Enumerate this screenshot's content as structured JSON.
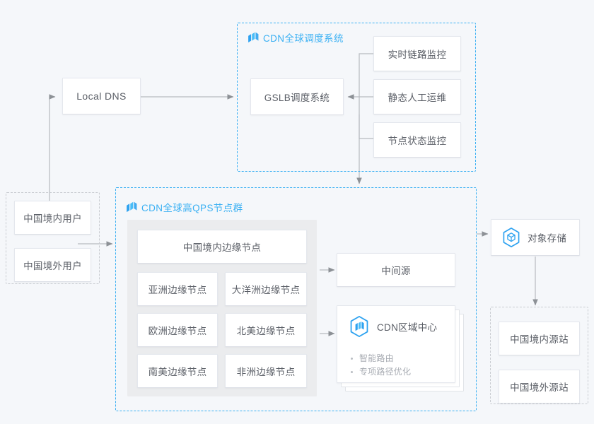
{
  "diagram": {
    "title_semantic": "cdn-global-architecture",
    "accent_color": "#3ab0f3",
    "text_color": "#5a5e66",
    "background": "#f5f7fa"
  },
  "left": {
    "local_dns": "Local DNS",
    "user_group": {
      "items": [
        {
          "label": "中国境内用户"
        },
        {
          "label": "中国境外用户"
        }
      ]
    }
  },
  "scheduling_group": {
    "title": "CDN全球调度系统",
    "icon": "cdn-logo-icon",
    "gslb": "GSLB调度系统",
    "inputs": [
      {
        "label": "实时链路监控"
      },
      {
        "label": "静态人工运维"
      },
      {
        "label": "节点状态监控"
      }
    ]
  },
  "node_group": {
    "title": "CDN全球高QPS节点群",
    "icon": "cdn-logo-icon",
    "edge_nodes": {
      "wide": "中国境内边缘节点",
      "grid": [
        "亚洲边缘节点",
        "大洋洲边缘节点",
        "欧洲边缘节点",
        "北美边缘节点",
        "南美边缘节点",
        "非洲边缘节点"
      ]
    },
    "mid_source": "中间源",
    "regional_center": {
      "title": "CDN区域中心",
      "icon": "cdn-hex-icon",
      "features": [
        "智能路由",
        "专项路径优化"
      ]
    }
  },
  "right": {
    "object_storage": {
      "label": "对象存储",
      "icon": "oss-hex-cube-icon"
    },
    "origin_group": {
      "items": [
        {
          "label": "中国境内源站"
        },
        {
          "label": "中国境外源站"
        }
      ]
    }
  }
}
